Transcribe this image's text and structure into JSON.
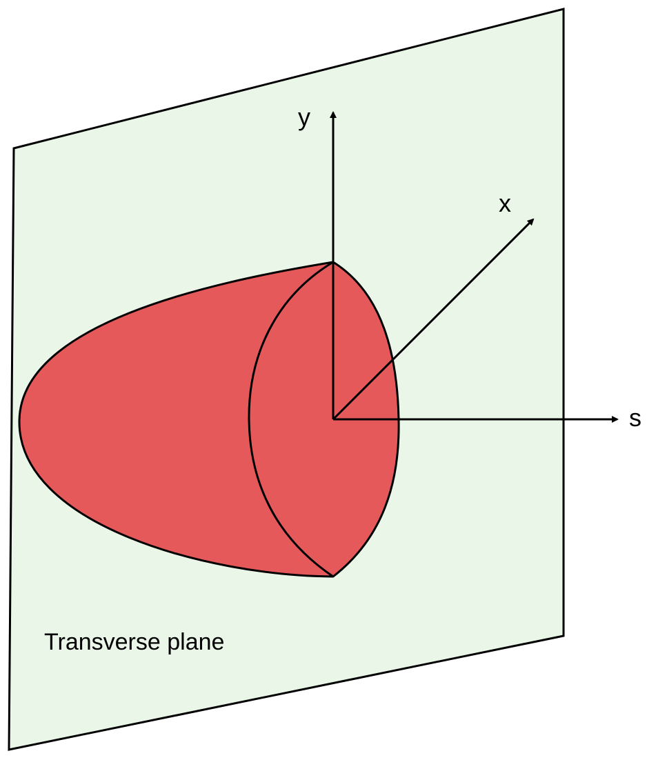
{
  "labels": {
    "y_axis": "y",
    "x_axis": "x",
    "s_axis": "s",
    "plane": "Transverse plane"
  },
  "colors": {
    "plane_fill": "#eaf7e8",
    "beam_fill": "#e5595a",
    "stroke": "#000000"
  }
}
